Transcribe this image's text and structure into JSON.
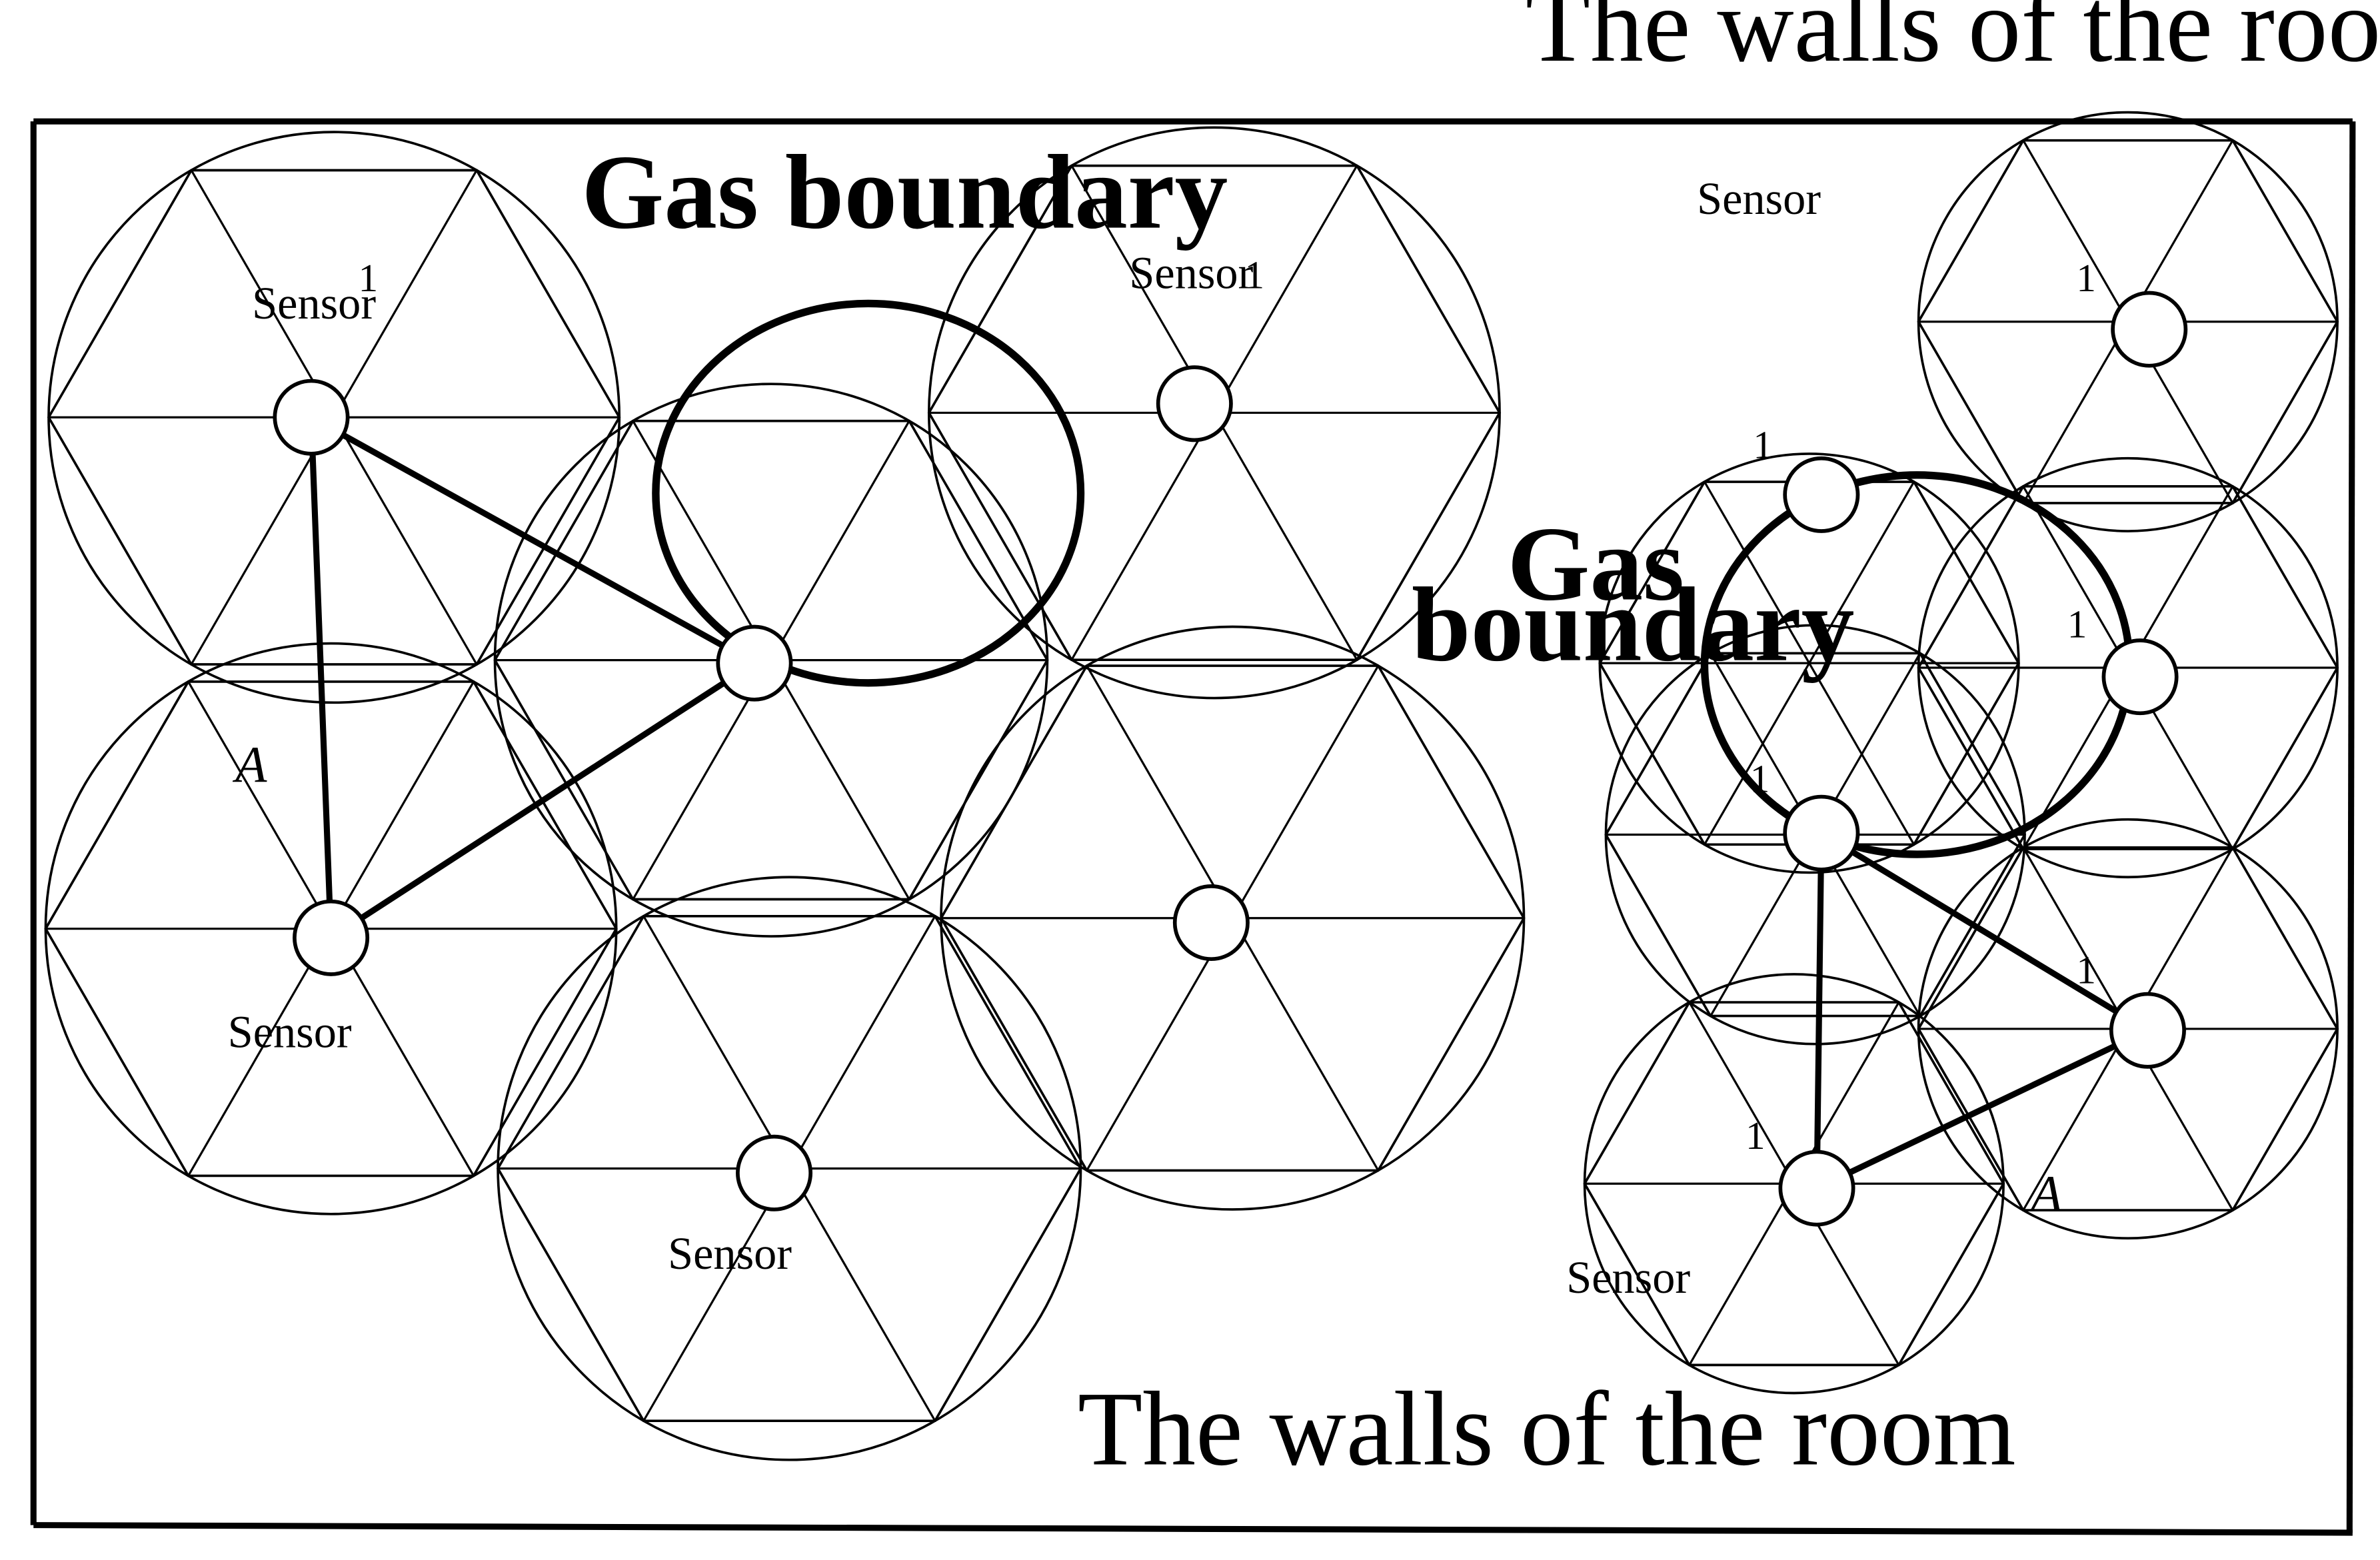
{
  "labels": {
    "walls_top": "The walls of the room",
    "walls_bottom": "The walls of the room",
    "gas_boundary_left": "Gas boundary",
    "gas_boundary_right_line1": "Gas",
    "gas_boundary_right_line2": "boundary",
    "sensor": "Sensor",
    "point_a": "A",
    "node_number": "1"
  },
  "colors": {
    "stroke": "#000000",
    "background": "#ffffff"
  }
}
